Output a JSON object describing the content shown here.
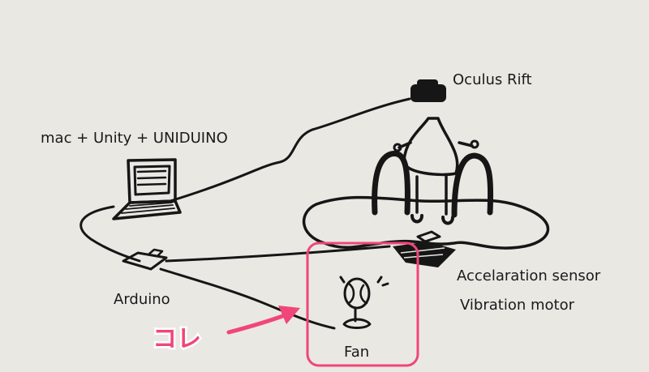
{
  "labels": {
    "oculus": "Oculus Rift",
    "mac": "mac + Unity + UNIDUINO",
    "arduino": "Arduino",
    "accel": "Accelaration sensor",
    "vibration": "Vibration motor",
    "fan": "Fan"
  },
  "callout": {
    "text": "コレ",
    "color": "#f0467a"
  },
  "colors": {
    "paper": "#eae8e3",
    "ink": "#161616",
    "highlight": "#f0467a"
  }
}
